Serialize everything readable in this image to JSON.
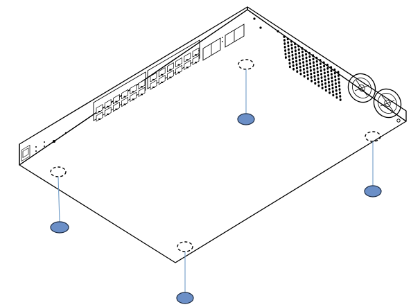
{
  "diagram": {
    "subject": "network-switch-underside-rubber-feet-installation",
    "colors": {
      "outline": "#000000",
      "background": "#ffffff",
      "foot_fill": "#6b8fc7",
      "foot_stroke": "#1d2c44",
      "leader_line": "#6e9bc7"
    },
    "ethernet_port_count": 24,
    "sfp_port_count": 4,
    "fan_count": 2,
    "rubber_feet_count": 4
  }
}
